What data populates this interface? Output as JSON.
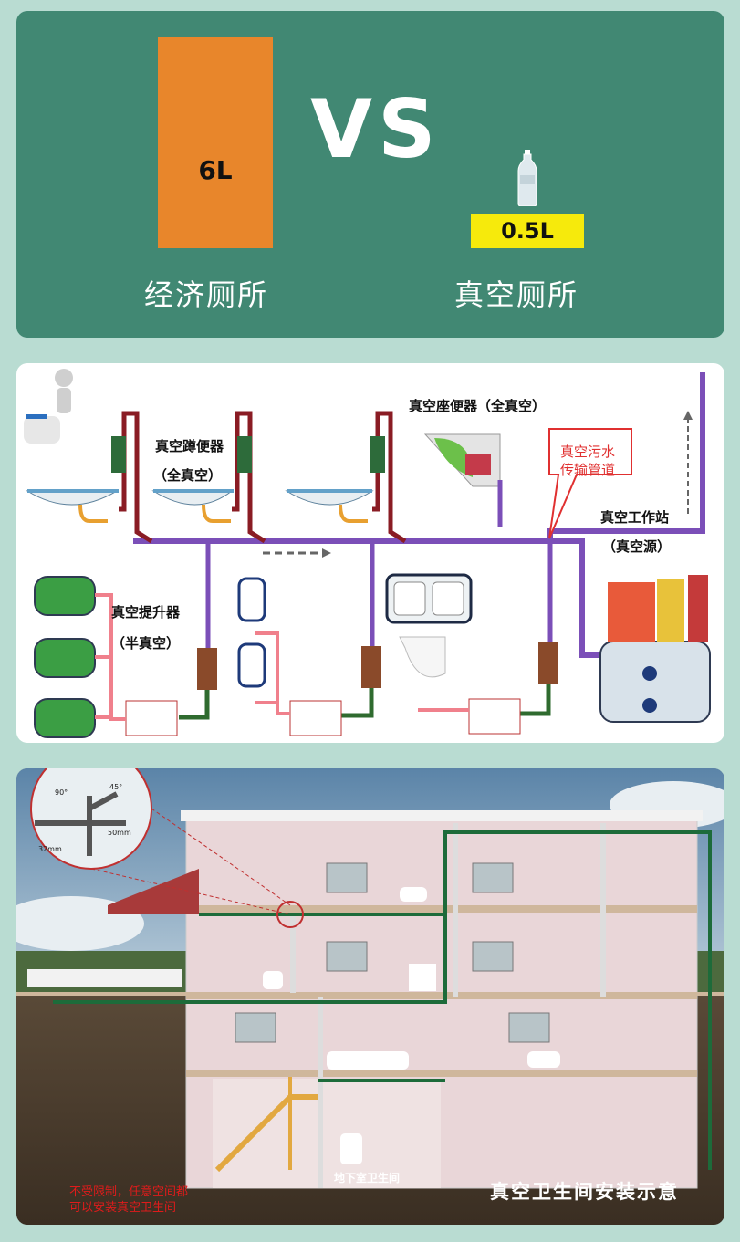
{
  "comparison": {
    "left_volume": "6L",
    "vs": "VS",
    "right_volume": "0.5L",
    "left_caption": "经济厕所",
    "right_caption": "真空厕所",
    "colors": {
      "panel": "#418873",
      "tank": "#e8862b",
      "badge": "#f6ea0c"
    }
  },
  "diagram": {
    "labels": {
      "squat": "真空蹲便器",
      "squat_sub": "（全真空）",
      "seat": "真空座便器（全真空）",
      "pipe_line1": "真空污水",
      "pipe_line2": "传输管道",
      "station": "真空工作站",
      "station_sub": "（真空源）",
      "lift": "真空提升器",
      "lift_sub": "（半真空）"
    },
    "colors": {
      "purple_pipe": "#7b4fb8",
      "red_pipe": "#8a1c24",
      "pink_pipe": "#f0808c",
      "green_pipe": "#2f6b2f"
    }
  },
  "house": {
    "angle_90": "90°",
    "angle_45": "45°",
    "dim_50": "50mm",
    "dim_32": "32mm",
    "basement": "地下室卫生间",
    "note_line1": "不受限制，任意空间都",
    "note_line2": "可以安装真空卫生间",
    "caption": "真空卫生间安装示意"
  }
}
